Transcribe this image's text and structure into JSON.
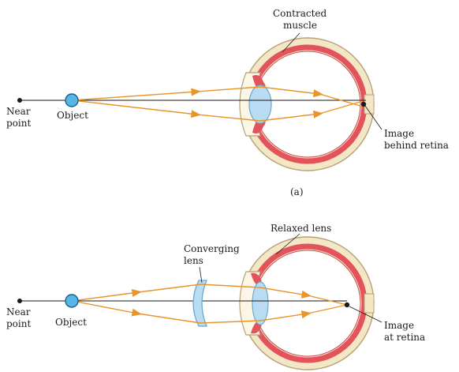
{
  "colors": {
    "ray": "#e8952a",
    "axis": "#1a1a1a",
    "sclera": "#f3e7c6",
    "sclera_outline": "#b5a37a",
    "retina": "#e2535b",
    "lens_fill": "#b9dcf2",
    "lens_stroke": "#6aa8cf",
    "object_fill": "#57b6e6",
    "object_stroke": "#1c5f8c"
  },
  "panel_a": {
    "near_point_line1": "Near",
    "near_point_line2": "point",
    "object_label": "Object",
    "muscle_label_line1": "Contracted",
    "muscle_label_line2": "muscle",
    "image_label_line1": "Image",
    "image_label_line2": "behind retina",
    "caption": "(a)"
  },
  "panel_b": {
    "near_point_line1": "Near",
    "near_point_line2": "point",
    "object_label": "Object",
    "converging_label_line1": "Converging",
    "converging_label_line2": "lens",
    "relaxed_label": "Relaxed lens",
    "image_label_line1": "Image",
    "image_label_line2": "at retina"
  }
}
